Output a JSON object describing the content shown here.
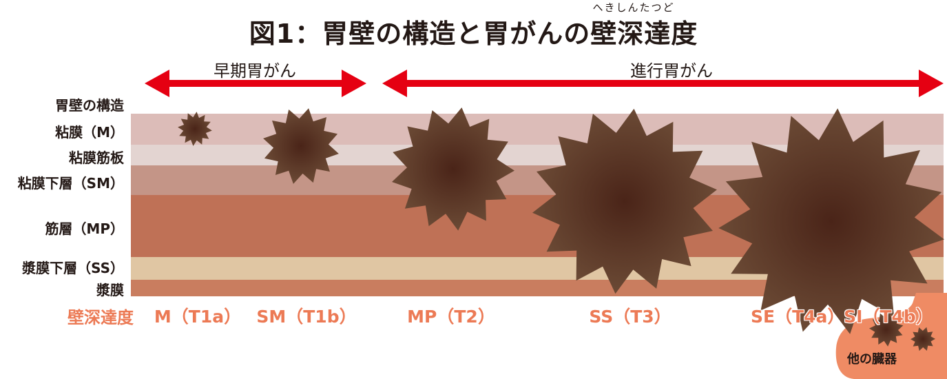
{
  "title": "図1：胃壁の構造と胃がんの壁深達度",
  "title_ruby": "へきしんたつど",
  "stages": {
    "early": "早期胃がん",
    "advanced": "進行胃がん"
  },
  "structure_header": "胃壁の構造",
  "layers": [
    {
      "label": "粘膜（M）",
      "color": "#dcbcb8"
    },
    {
      "label": "粘膜筋板",
      "color": "#e3d4d1"
    },
    {
      "label": "粘膜下層（SM）",
      "color": "#c49587"
    },
    {
      "label": "筋層（MP）",
      "color": "#bf7156"
    },
    {
      "label": "漿膜下層（SS）",
      "color": "#e0c6a3"
    },
    {
      "label": "漿膜",
      "color": "#c97d5f"
    }
  ],
  "depth_header": "壁深達度",
  "depths": [
    "M（T1a）",
    "SM（T1b）",
    "MP（T2）",
    "SS（T3）",
    "SE（T4a）",
    "SI（T4b）"
  ],
  "other_organ": "他の臓器",
  "colors": {
    "arrow": "#e50012",
    "tumor_center": "#4a2418",
    "tumor_edge": "#6b4a35",
    "organ": "#ef8b64",
    "accent_text": "#ec7a55"
  }
}
